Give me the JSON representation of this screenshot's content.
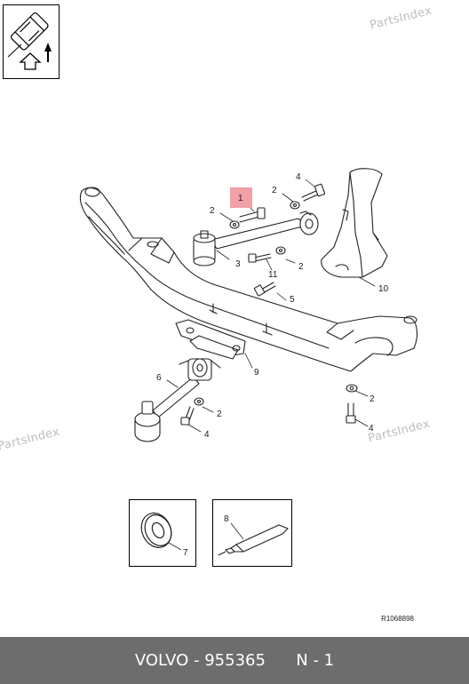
{
  "watermarks": [
    "PartsIndex",
    "PartsIndex",
    "PartsIndex"
  ],
  "callouts": {
    "c1": "1",
    "c2a": "2",
    "c2b": "2",
    "c2c": "2",
    "c2d": "2",
    "c2e": "2",
    "c3": "3",
    "c4a": "4",
    "c4b": "4",
    "c4c": "4",
    "c5": "5",
    "c6": "6",
    "c7": "7",
    "c8": "8",
    "c9": "9",
    "c10": "10",
    "c11": "11"
  },
  "drawing_ref": "R1068898",
  "footer": {
    "brand": "VOLVO",
    "separator": "-",
    "part_number": "955365",
    "position": "N - 1"
  },
  "colors": {
    "highlight": "#f0a0a6",
    "footer_bg": "#6d6d6d",
    "watermark": "#bdbdbd"
  }
}
